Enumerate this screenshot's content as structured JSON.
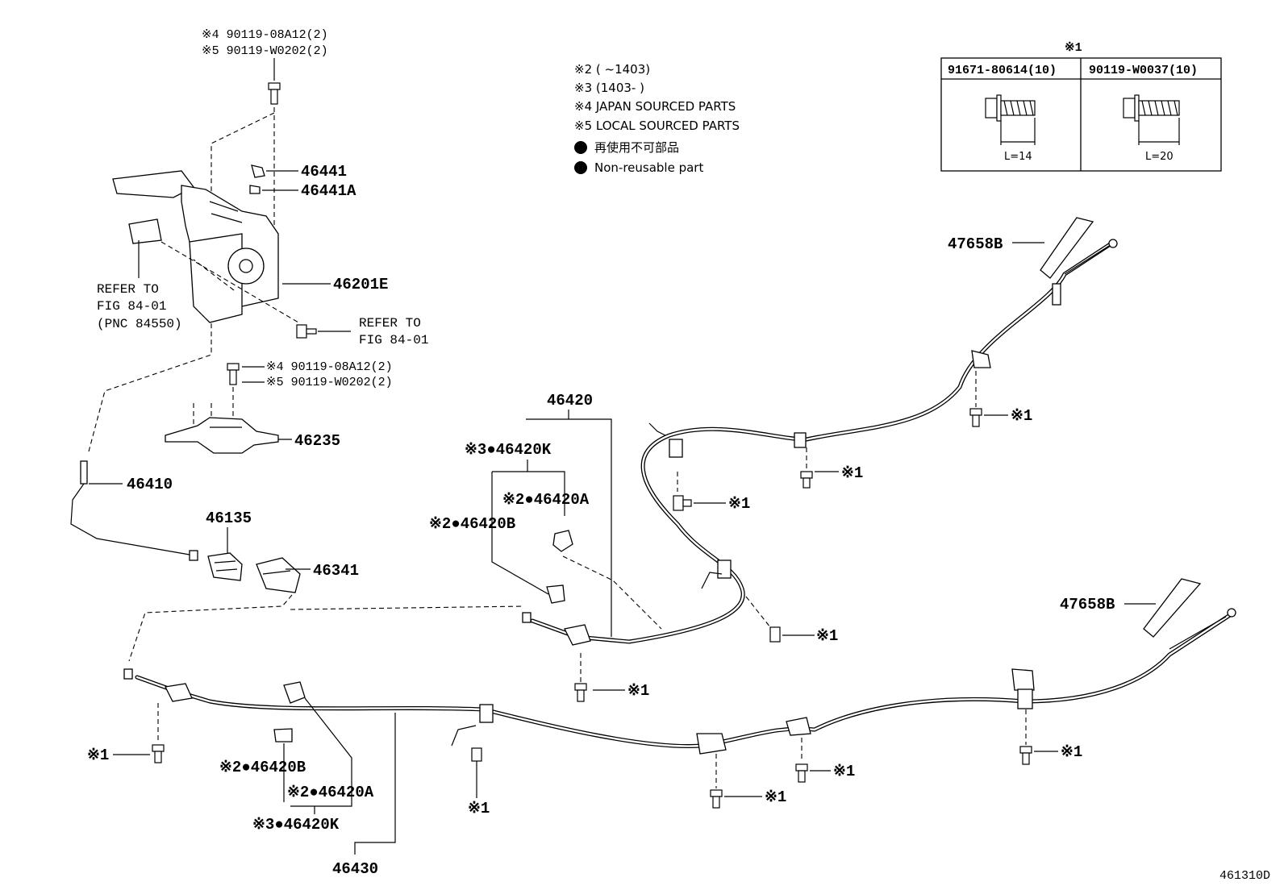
{
  "legend": {
    "n2": "※2 (      ~1403)",
    "n3": "※3 (1403-      )",
    "n4": "※4 JAPAN SOURCED PARTS",
    "n5": "※5 LOCAL SOURCED PARTS",
    "nr_jp": "再使用不可部品",
    "nr_en": "Non-reusable part"
  },
  "table": {
    "title": "※1",
    "col1": "91671-80614(10)",
    "col2": "90119-W0037(10)",
    "len1": "L=14",
    "len2": "L=20"
  },
  "labels": {
    "top_bolt_a": "※4 90119-08A12(2)",
    "top_bolt_b": "※5 90119-W0202(2)",
    "p46441": "46441",
    "p46441A": "46441A",
    "p46201E": "46201E",
    "refer1_a": "REFER TO",
    "refer1_b": "FIG 84-01",
    "refer1_c": "(PNC 84550)",
    "refer2_a": "REFER TO",
    "refer2_b": "FIG 84-01",
    "mid_bolt_a": "※4 90119-08A12(2)",
    "mid_bolt_b": "※5 90119-W0202(2)",
    "p46235": "46235",
    "p46410": "46410",
    "p46135": "46135",
    "p46341": "46341",
    "p46420": "46420",
    "p46420K_up": "※3●46420K",
    "p46420A_up": "※2●46420A",
    "p46420B_up": "※2●46420B",
    "p46420B_lo": "※2●46420B",
    "p46420A_lo": "※2●46420A",
    "p46420K_lo": "※3●46420K",
    "p46430": "46430",
    "p47658B_up": "47658B",
    "p47658B_lo": "47658B",
    "x1": "※1",
    "code": "461310D"
  }
}
